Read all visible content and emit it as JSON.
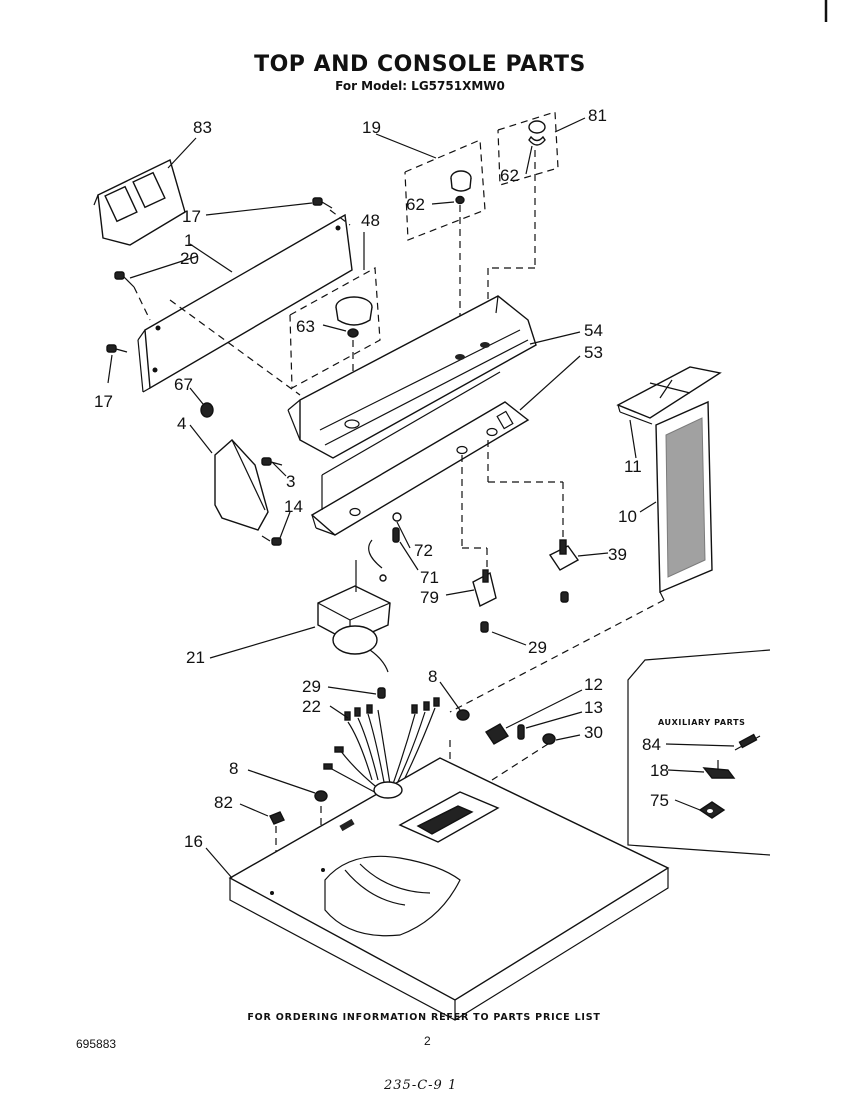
{
  "page": {
    "title": "TOP AND CONSOLE PARTS",
    "subtitle": "For Model: LG5751XMW0",
    "footer_note": "FOR ORDERING INFORMATION REFER TO PARTS PRICE LIST",
    "document_number": "695883",
    "page_number": "2",
    "handwritten_note": "235-C-9 1"
  },
  "auxiliary": {
    "title": "AUXILIARY PARTS",
    "parts": [
      "84",
      "18",
      "75"
    ]
  },
  "callouts": [
    "83",
    "19",
    "81",
    "62",
    "62",
    "17",
    "48",
    "1",
    "20",
    "63",
    "54",
    "53",
    "17",
    "67",
    "4",
    "3",
    "14",
    "11",
    "10",
    "72",
    "71",
    "39",
    "79",
    "29",
    "21",
    "29",
    "22",
    "8",
    "12",
    "13",
    "30",
    "8",
    "82",
    "16",
    "84",
    "18",
    "75"
  ]
}
